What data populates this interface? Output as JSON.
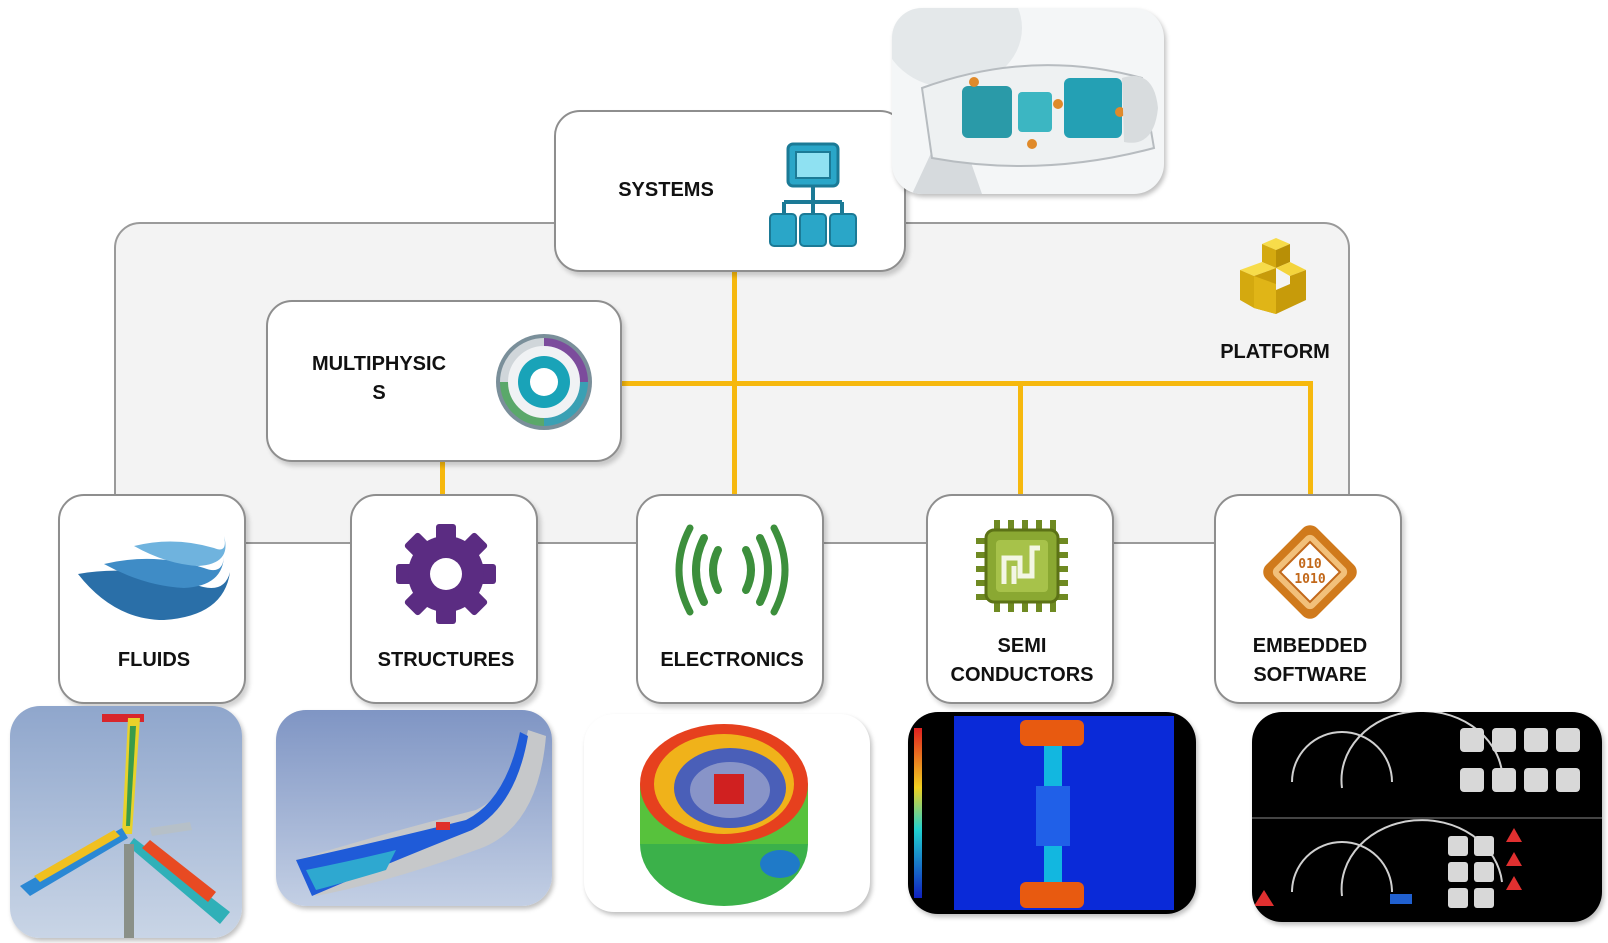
{
  "diagram": {
    "platform": {
      "label": "PLATFORM"
    },
    "systems": {
      "label": "SYSTEMS"
    },
    "multiphysics": {
      "label": "MULTIPHYSIC\nS"
    },
    "domains": [
      {
        "label": "FLUIDS"
      },
      {
        "label": "STRUCTURES"
      },
      {
        "label": "ELECTRONICS"
      },
      {
        "label": "SEMI\nCONDUCTORS"
      },
      {
        "label": "EMBEDDED\nSOFTWARE"
      }
    ]
  },
  "colors": {
    "connector": "#f6b80e",
    "platform_panel": "#f3f3f3",
    "card_border": "#8e8e8e",
    "systems_icon": "#2aa6c8",
    "structures_gear": "#5b2c82",
    "fluids_wave": "#2a6fa8",
    "electronics_waves": "#3c8f3c",
    "semiconductor_chip": "#8aa832",
    "embedded_diamond": "#d07a1c",
    "platform_cube": "#e8c21a"
  },
  "icons": {
    "systems": "hierarchy-icon",
    "multiphysics": "ring-icon",
    "platform": "cubes-icon",
    "fluids": "wave-icon",
    "structures": "gear-icon",
    "electronics": "signal-waves-icon",
    "semiconductors": "chip-icon",
    "embedded_software": "binary-diamond-icon"
  },
  "embedded_code": "010\n1010"
}
